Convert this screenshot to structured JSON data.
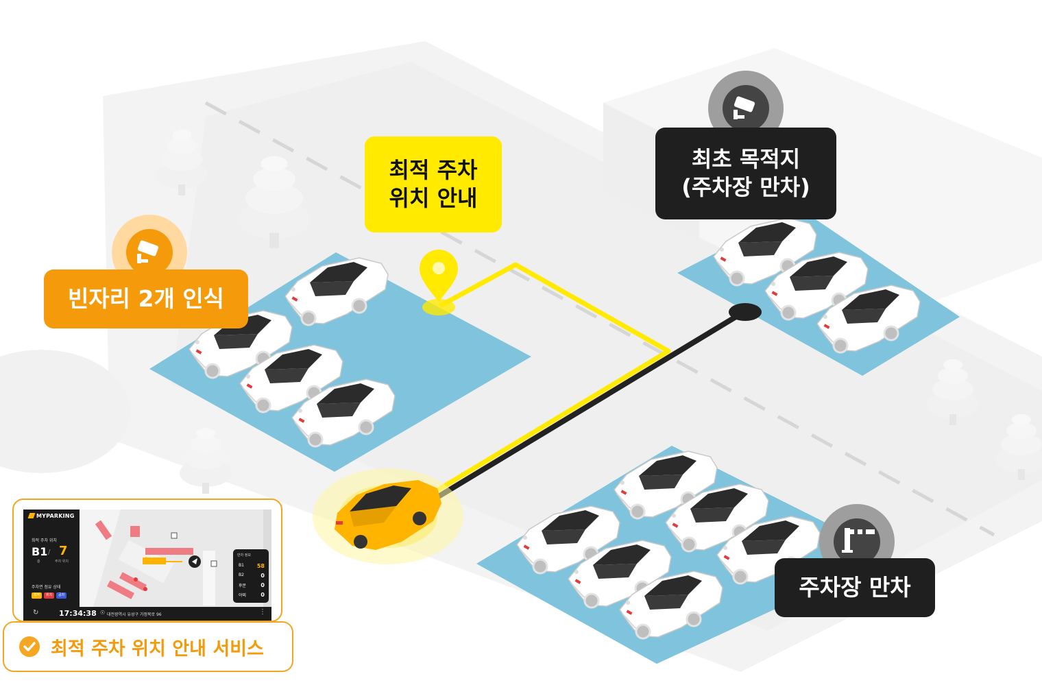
{
  "callouts": {
    "empty_spots": "빈자리 2개 인식",
    "optimal_line1": "최적 주차",
    "optimal_line2": "위치 안내",
    "destination_line1": "최초 목적지",
    "destination_line2": "(주차장 만차)",
    "lot_full": "주차장 만차"
  },
  "app_screen": {
    "logo": "MYPARKING",
    "section_optimal": "최적 주차 위치",
    "floor": "B1",
    "separator": "/",
    "spot_number": "7",
    "floor_caption": "층",
    "spot_caption": "주차 위치",
    "section_occupancy": "주차면 점유 상태",
    "chip_optimal": "최적",
    "chip_danger": "위치",
    "chip_vacant": "공차",
    "info_title": "만차 정보",
    "info_rows": [
      {
        "floor": "B1",
        "value": "58"
      },
      {
        "floor": "B2",
        "value": "0"
      },
      {
        "floor": "후문",
        "value": "0"
      },
      {
        "floor": "야외",
        "value": "0"
      }
    ],
    "time": "17:34:38",
    "address": "대전광역시 유성구 가정북로 96"
  },
  "service": {
    "label": "최적 주차 위치 안내 서비스"
  },
  "icons": {
    "cctv": "cctv-camera-icon",
    "gate": "parking-gate-icon",
    "pin": "location-pin-icon",
    "check": "check-circle-icon"
  },
  "colors": {
    "orange": "#f59a0b",
    "yellow": "#ffea00",
    "dark": "#1f1f1f",
    "lot": "#7fc3dc",
    "taxi": "#ffb400"
  }
}
